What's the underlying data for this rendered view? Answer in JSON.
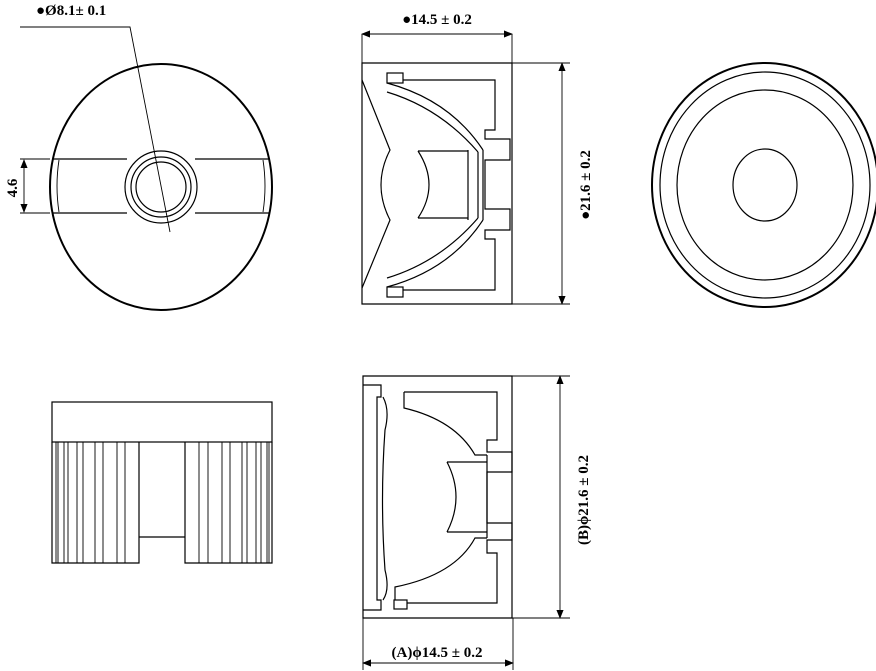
{
  "title": "LED lens holder technical drawing",
  "dimensions": {
    "hole_diameter": "●Ø8.1± 0.1",
    "band_width": "4.6",
    "top_width": "●14.5 ± 0.2",
    "top_height": "●21.6 ± 0.2",
    "bottom_height": "(B)ϕ21.6 ± 0.2",
    "bottom_width": "(A)ϕ14.5 ± 0.2"
  },
  "colors": {
    "line": "#000000",
    "background": "#ffffff"
  }
}
